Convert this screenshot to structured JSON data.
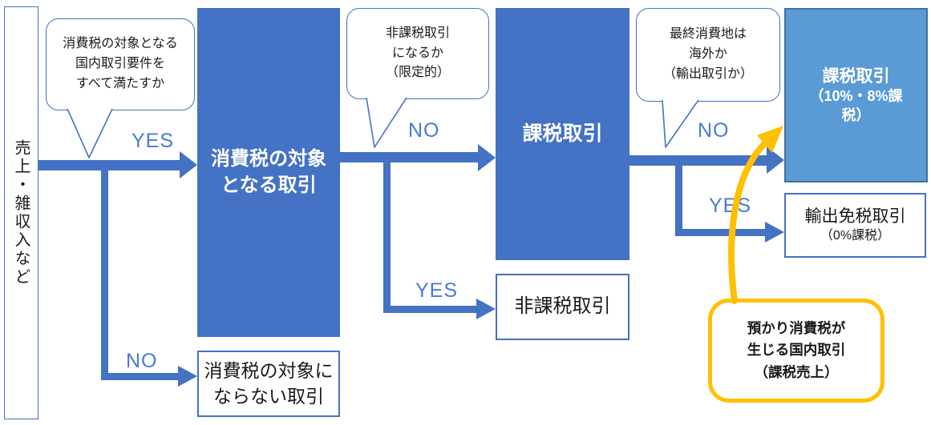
{
  "colors": {
    "primary_blue": "#4472C4",
    "light_blue": "#5B9BD5",
    "light_blue_border": "#41719C",
    "label_blue": "#4A7BD4",
    "orange": "#FFC000"
  },
  "source_box": {
    "label": "売上・雑収入など"
  },
  "callouts": [
    {
      "text": "消費税の対象となる\n国内取引要件を\nすべて満たすか"
    },
    {
      "text": "非課税取引\nになるか\n（限定的）"
    },
    {
      "text": "最終消費地は\n海外か\n（輸出取引か）"
    }
  ],
  "nodes": {
    "taxable_scope": {
      "label": "消費税の対象\nとなる取引"
    },
    "taxable": {
      "label": "課税取引"
    },
    "taxable_rates": {
      "title": "課税取引",
      "subtitle": "（10%・8%課\n税）"
    },
    "out_of_scope": {
      "label": "消費税の対象に\nならない取引"
    },
    "non_taxable": {
      "label": "非課税取引"
    },
    "export_exempt": {
      "title": "輸出免税取引",
      "subtitle": "（0%課税）"
    },
    "note": {
      "label": "預かり消費税が\n生じる国内取引\n（課税売上）"
    }
  },
  "decisions": {
    "d1_yes": "YES",
    "d1_no": "NO",
    "d2_no": "NO",
    "d2_yes": "YES",
    "d3_no": "NO",
    "d3_yes": "YES"
  }
}
